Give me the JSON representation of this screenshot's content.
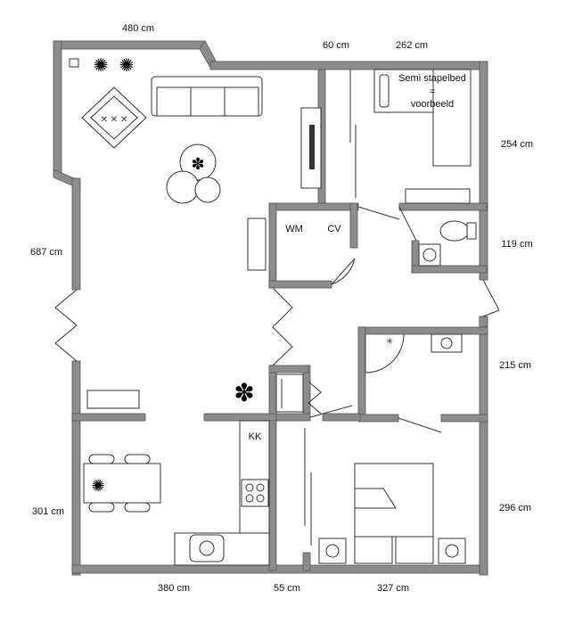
{
  "dimensions": {
    "top_left": "480 cm",
    "top_mid": "60 cm",
    "top_right": "262 cm",
    "right_bedroom_top": "254 cm",
    "right_toilet": "119 cm",
    "right_bathroom": "215 cm",
    "right_bedroom_bottom": "296 cm",
    "left_living": "687 cm",
    "left_dining": "301 cm",
    "bottom_left": "380 cm",
    "bottom_mid": "55 cm",
    "bottom_right": "327 cm"
  },
  "labels": {
    "bed_line1": "Semi stapelbed",
    "bed_eq": "=",
    "bed_line2": "voorbeeld",
    "washing_machine": "WM",
    "boiler": "CV",
    "fridge": "KK"
  },
  "colors": {
    "wall": "#8c8c8c",
    "background": "#ffffff"
  }
}
